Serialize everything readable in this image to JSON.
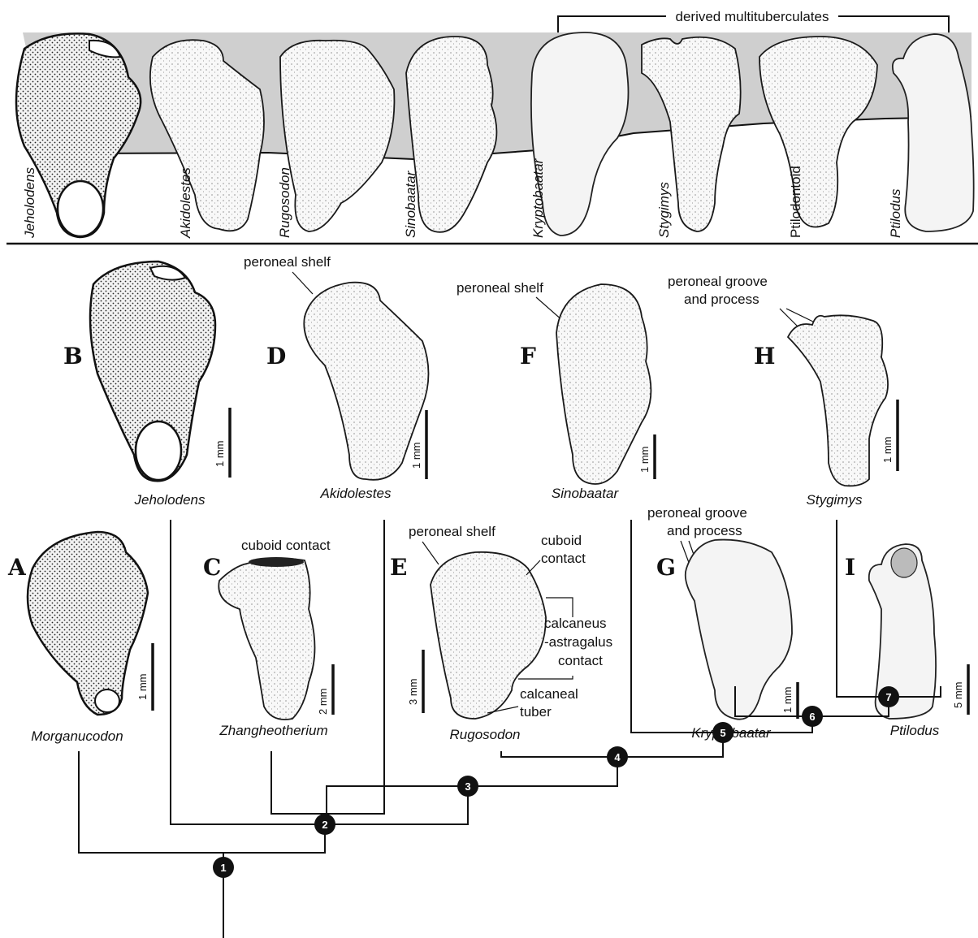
{
  "top_row": {
    "bracket_label": "derived multituberculates",
    "taxa": [
      "Jeholodens",
      "Akidolestes",
      "Rugosodon",
      "Sinobaatar",
      "Kryptobaatar",
      "Stygimys",
      "Ptilodontoid",
      "Ptilodus"
    ]
  },
  "panels": {
    "A": {
      "letter": "A",
      "taxon": "Morganucodon",
      "scale": "1 mm"
    },
    "B": {
      "letter": "B",
      "taxon": "Jeholodens",
      "scale": "1 mm"
    },
    "C": {
      "letter": "C",
      "taxon": "Zhangheotherium",
      "scale": "2 mm",
      "annotation": "cuboid contact"
    },
    "D": {
      "letter": "D",
      "taxon": "Akidolestes",
      "scale": "1 mm",
      "annotation": "peroneal shelf"
    },
    "E": {
      "letter": "E",
      "taxon": "Rugosodon",
      "scale": "3 mm",
      "annotations": {
        "peroneal_shelf": "peroneal shelf",
        "cuboid_1": "cuboid",
        "cuboid_2": "contact",
        "ca_1": "calcaneus",
        "ca_2": "-astragalus",
        "ca_3": "contact",
        "tuber_1": "calcaneal",
        "tuber_2": "tuber"
      }
    },
    "F": {
      "letter": "F",
      "taxon": "Sinobaatar",
      "scale": "1 mm",
      "annotation": "peroneal shelf"
    },
    "G": {
      "letter": "G",
      "taxon": "Kryptobaatar",
      "scale": "1 mm",
      "annotation_1": "peroneal groove",
      "annotation_2": "and process"
    },
    "H": {
      "letter": "H",
      "taxon": "Stygimys",
      "scale": "1 mm",
      "annotation_1": "peroneal groove",
      "annotation_2": "and process"
    },
    "I": {
      "letter": "I",
      "taxon": "Ptilodus",
      "scale": "5 mm"
    }
  },
  "nodes": [
    "1",
    "2",
    "3",
    "4",
    "5",
    "6",
    "7"
  ]
}
